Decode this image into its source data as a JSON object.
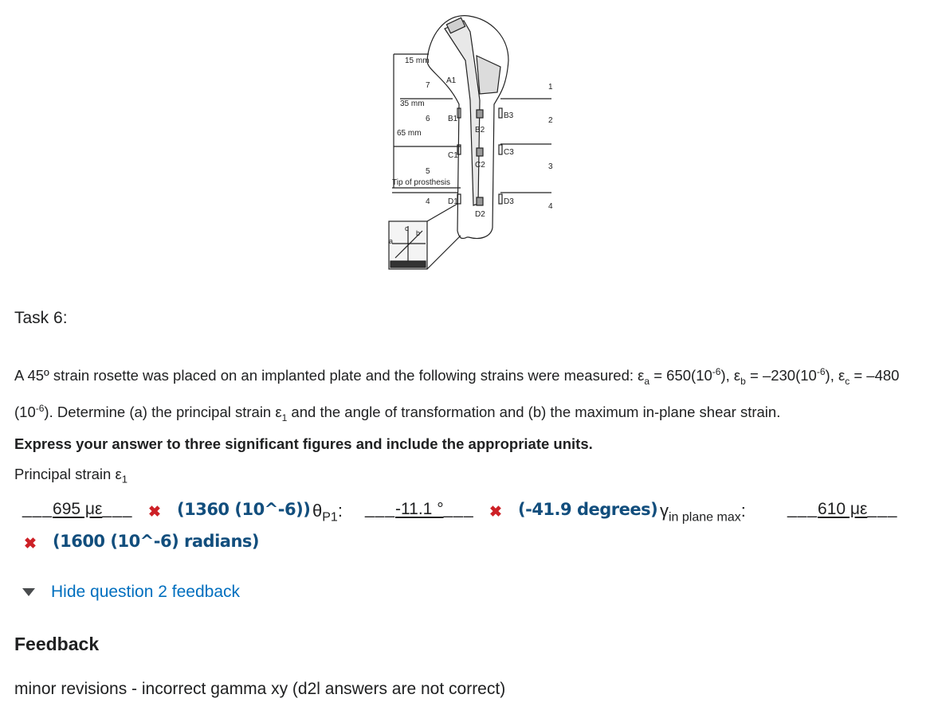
{
  "figure": {
    "dim_15": "15 mm",
    "dim_35": "35 mm",
    "dim_65": "65 mm",
    "tip_label": "Tip of prosthesis",
    "rosette_letters": [
      "a",
      "b",
      "c"
    ],
    "left_numbers": [
      "7",
      "6",
      "5",
      "4"
    ],
    "right_numbers": [
      "1",
      "2",
      "3",
      "4"
    ],
    "gauges_left": [
      "A1",
      "B1",
      "C1",
      "D1"
    ],
    "gauges_mid": [
      "B2",
      "C2",
      "D2"
    ],
    "gauges_right": [
      "B3",
      "C3",
      "D3"
    ]
  },
  "task": {
    "title": "Task 6:",
    "problem_part1": "A 45º strain rosette was placed on an implanted plate and the following strains were measured: ε",
    "sub_a": "a",
    "eq_a": " = 650(10",
    "exp": "-6",
    "close_paren": ")",
    "sep_b": ", ε",
    "sub_b": "b",
    "eq_b": " = –230(10",
    "sep_c": ", ε",
    "sub_c": "c",
    "eq_c": " = –480 (10",
    "problem_part2": "). Determine (a) the principal strain ε",
    "sub_1": "1",
    "problem_part3": " and the angle of transformation and (b) the maximum in-plane shear strain.",
    "instruction": "Express your answer to three significant figures and include the appropriate units.",
    "prompt_label_text": "Principal strain ε",
    "prompt_label_sub": "1"
  },
  "answers": {
    "blank_dashes_left": "___",
    "blank_dashes_right": "___",
    "a1_value": "695 με",
    "a1_correct": "(1360 (10^-6))",
    "theta_symbol": "θ",
    "theta_sub": "P1",
    "theta_colon": ":",
    "a2_value": "-11.1 °",
    "a2_correct": "(-41.9 degrees)",
    "gamma_symbol": "γ",
    "gamma_sub": "in plane max",
    "gamma_colon": ":",
    "a3_value": "610 με",
    "a3_correct": "(1600 (10^-6) radians)",
    "x_mark": "✖"
  },
  "feedback": {
    "toggle_label": "Hide question 2 feedback",
    "heading": "Feedback",
    "text": "minor revisions - incorrect gamma xy (d2l answers are not correct)"
  },
  "colors": {
    "text": "#202122",
    "link": "#006fbf",
    "incorrect": "#cd2026",
    "correct_answer": "#124e7d"
  }
}
